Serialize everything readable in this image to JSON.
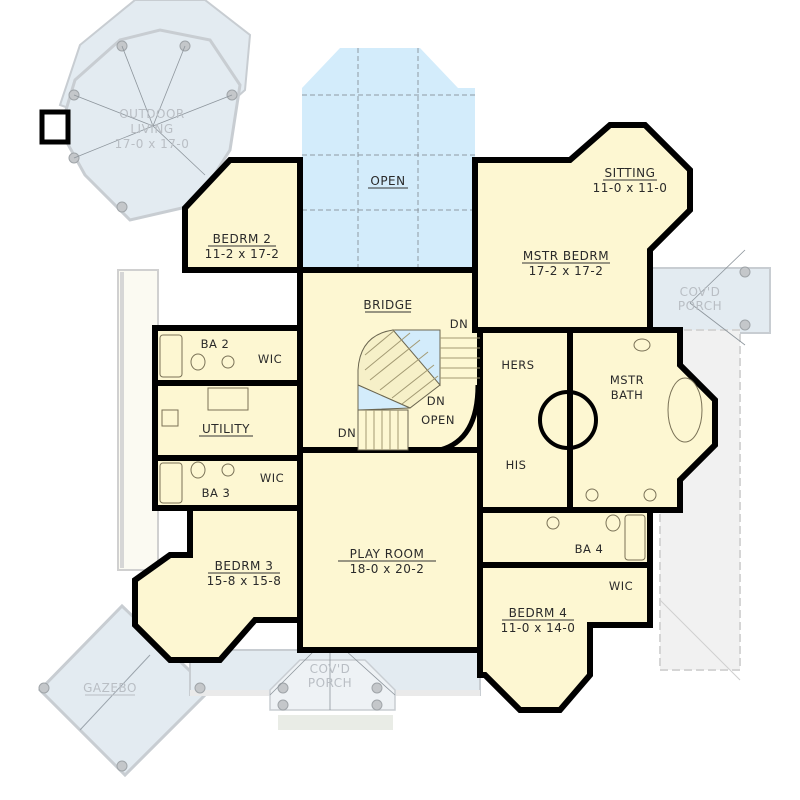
{
  "plan": {
    "type": "second-floor-plan",
    "colors": {
      "interior_fill": "#fdf7d2",
      "open_fill": "#d3ecfb",
      "exterior_deck_fill": "#e3ebf1",
      "exterior_outline": "#c8cdd2",
      "wall": "#000000",
      "window": "#ffffff",
      "ext_label": "#b9bec4"
    },
    "rooms": [
      {
        "id": "outdoor-living",
        "name": "OUTDOOR LIVING",
        "line1": "OUTDOOR",
        "line2": "LIVING",
        "dims": "17-0 x 17-0",
        "exterior": true
      },
      {
        "id": "open-top",
        "name": "OPEN",
        "dims": ""
      },
      {
        "id": "bedrm-2",
        "name": "BEDRM 2",
        "dims": "11-2 x 17-2"
      },
      {
        "id": "sitting",
        "name": "SITTING",
        "dims": "11-0 x 11-0"
      },
      {
        "id": "mstr-bedrm",
        "name": "MSTR BEDRM",
        "dims": "17-2 x 17-2"
      },
      {
        "id": "covd-porch-east",
        "name": "COV'D PORCH",
        "line1": "COV'D",
        "line2": "PORCH",
        "exterior": true
      },
      {
        "id": "bridge",
        "name": "BRIDGE"
      },
      {
        "id": "ba-2",
        "name": "BA 2"
      },
      {
        "id": "wic-2",
        "name": "WIC"
      },
      {
        "id": "utility",
        "name": "UTILITY"
      },
      {
        "id": "ba-3",
        "name": "BA 3"
      },
      {
        "id": "wic-3",
        "name": "WIC"
      },
      {
        "id": "hers",
        "name": "HERS"
      },
      {
        "id": "his",
        "name": "HIS"
      },
      {
        "id": "mstr-bath",
        "name": "MSTR BATH",
        "line1": "MSTR",
        "line2": "BATH"
      },
      {
        "id": "open-stair",
        "name": "OPEN"
      },
      {
        "id": "bedrm-3",
        "name": "BEDRM 3",
        "dims": "15-8 x 15-8"
      },
      {
        "id": "play-room",
        "name": "PLAY ROOM",
        "dims": "18-0 x 20-2"
      },
      {
        "id": "ba-4",
        "name": "BA 4"
      },
      {
        "id": "wic-4",
        "name": "WIC"
      },
      {
        "id": "bedrm-4",
        "name": "BEDRM 4",
        "dims": "11-0 x 14-0"
      },
      {
        "id": "gazebo",
        "name": "GAZEBO",
        "exterior": true
      },
      {
        "id": "covd-porch-south",
        "name": "COV'D PORCH",
        "line1": "COV'D",
        "line2": "PORCH",
        "exterior": true
      }
    ],
    "stair_labels": [
      "DN",
      "DN",
      "DN"
    ]
  }
}
